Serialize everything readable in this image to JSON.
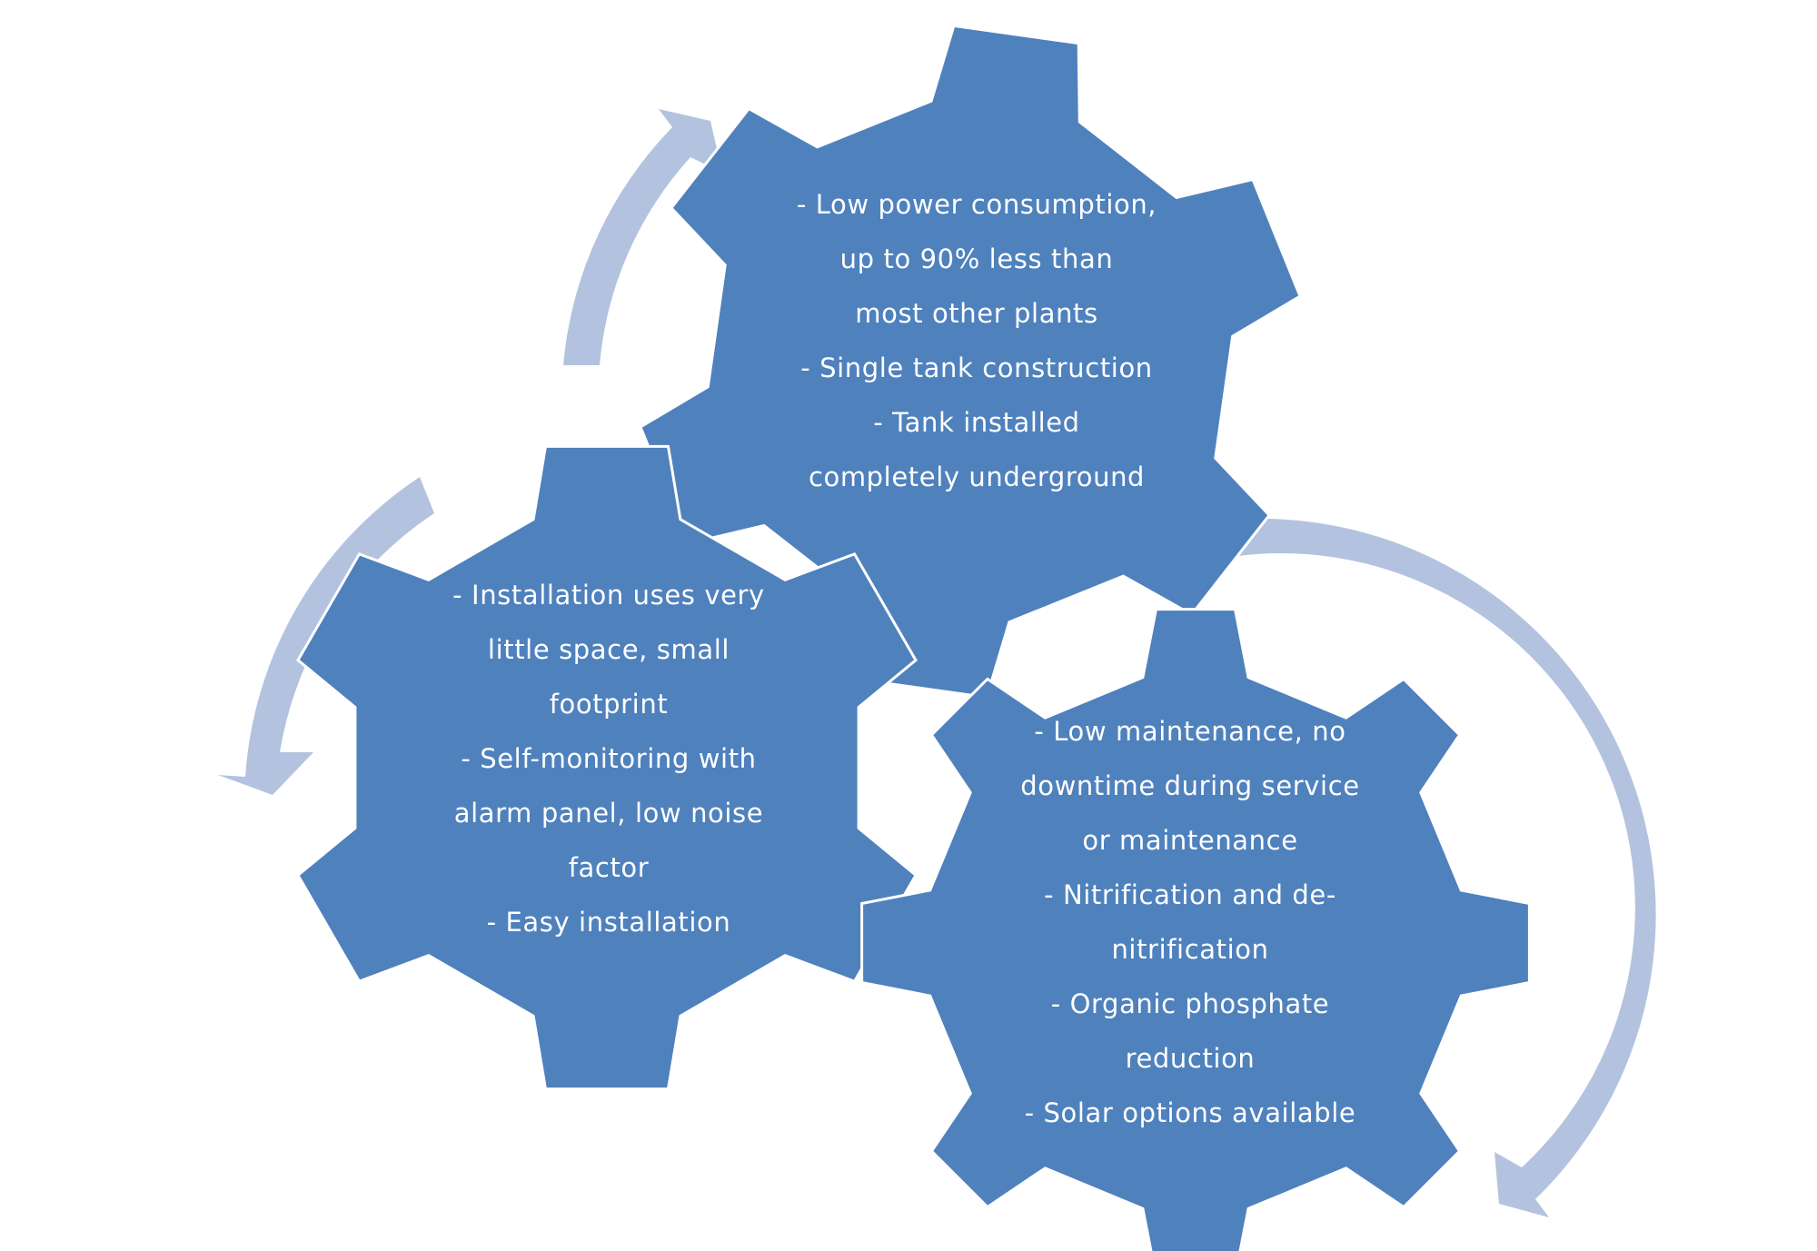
{
  "colors": {
    "gear": "#4f81bd",
    "arrow": "#b3c3df",
    "text": "#ffffff",
    "background": "#ffffff"
  },
  "gears": [
    {
      "id": "top",
      "lines": [
        "- Low power consumption,",
        "up to 90% less than",
        "most other plants",
        "- Single tank construction",
        "- Tank installed",
        "completely underground"
      ]
    },
    {
      "id": "left",
      "lines": [
        "- Installation uses very",
        "little space, small",
        "footprint",
        "- Self-monitoring with",
        "alarm panel, low noise",
        "factor",
        "- Easy installation"
      ]
    },
    {
      "id": "right",
      "lines": [
        "- Low maintenance, no",
        "downtime during service",
        "or maintenance",
        "- Nitrification and de-",
        "nitrification",
        "- Organic phosphate",
        "reduction",
        "- Solar options available"
      ]
    }
  ],
  "arrows": [
    {
      "id": "top-left-arrow",
      "direction": "counterclockwise"
    },
    {
      "id": "left-arrow",
      "direction": "counterclockwise"
    },
    {
      "id": "right-arrow",
      "direction": "clockwise"
    }
  ]
}
